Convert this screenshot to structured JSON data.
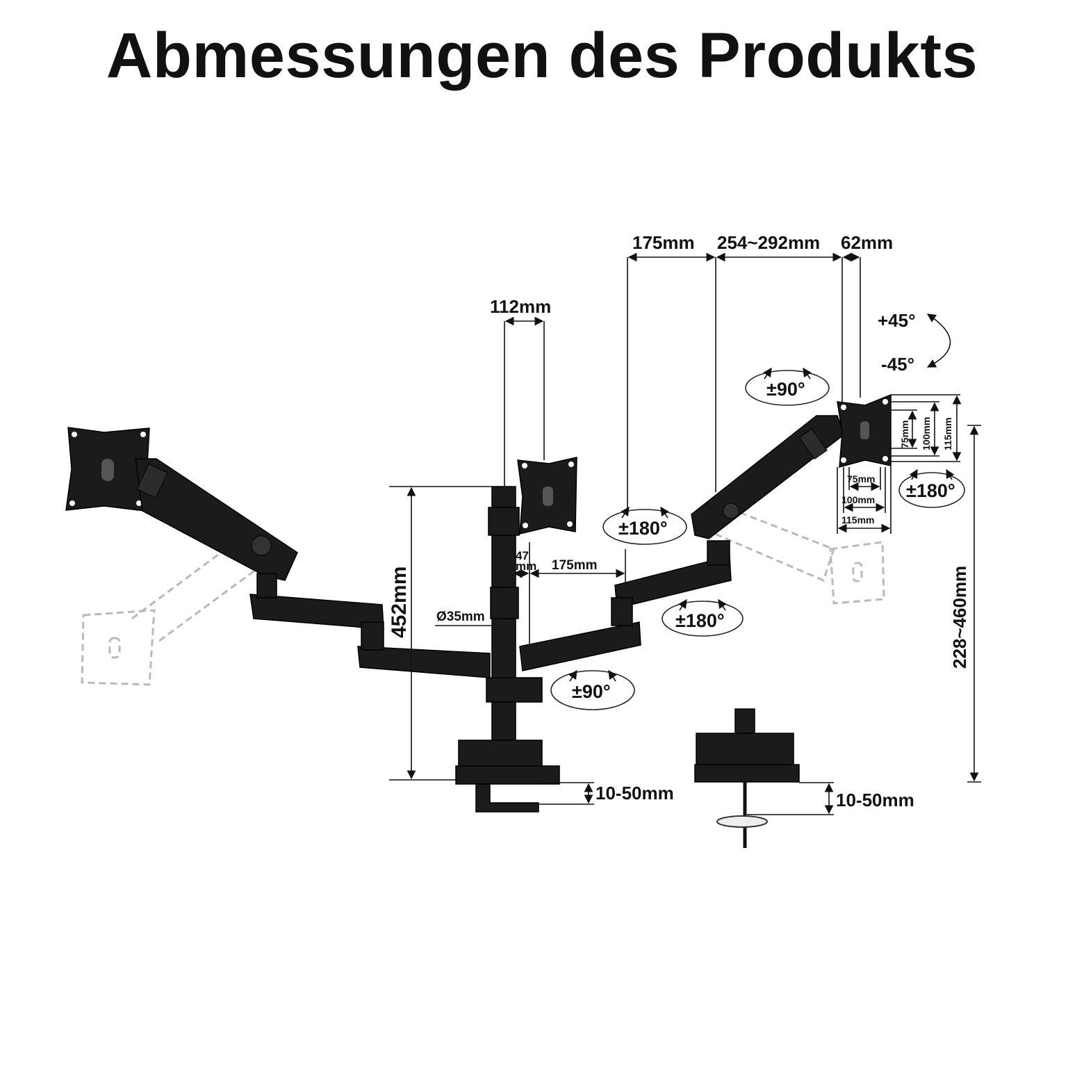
{
  "title": "Abmessungen des Produkts",
  "dimensions": {
    "top_175": "175mm",
    "top_254_292": "254~292mm",
    "top_62": "62mm",
    "pole_offset_112": "112mm",
    "pole_height_452": "452mm",
    "pole_diameter": "Ø35mm",
    "pole_gap_47_line1": "47",
    "pole_gap_47_line2": "mm",
    "arm_175": "175mm",
    "height_range": "228~460mm",
    "clamp_thickness_1": "10-50mm",
    "grommet_thickness_2": "10-50mm",
    "vesa_v_75": "75mm",
    "vesa_v_100": "100mm",
    "vesa_v_115": "115mm",
    "vesa_h_75": "75mm",
    "vesa_h_100": "100mm",
    "vesa_h_115": "115mm"
  },
  "rotations": {
    "tilt_up": "+45°",
    "tilt_down": "-45°",
    "swivel_top": "±90°",
    "rotate_head": "±180°",
    "rotate_mid": "±180°",
    "rotate_arm": "±180°",
    "swivel_base": "±90°"
  }
}
